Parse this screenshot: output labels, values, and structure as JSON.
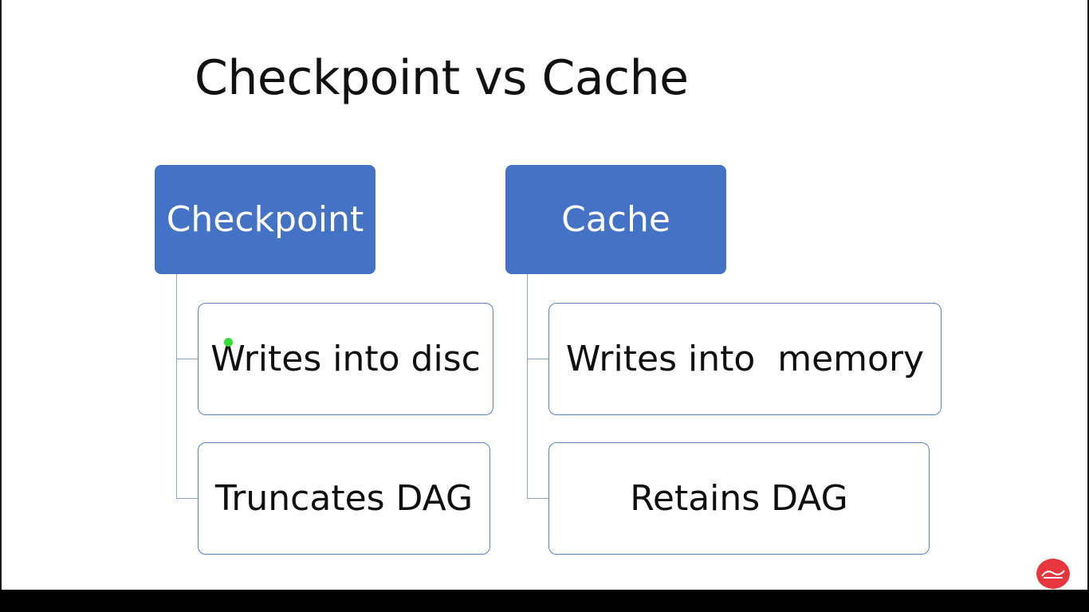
{
  "slide": {
    "title": "Checkpoint vs Cache"
  },
  "columns": [
    {
      "heading": "Checkpoint",
      "items": [
        "Writes into disc",
        "Truncates DAG"
      ]
    },
    {
      "heading": "Cache",
      "items": [
        "Writes into  memory",
        "Retains DAG"
      ]
    }
  ],
  "colors": {
    "heading_fill": "#4472c4",
    "item_border": "#5e82c4",
    "connector": "#8aa2cf",
    "cursor": "#33dd33",
    "logo": "#e8363d",
    "letterbox": "#000000"
  },
  "icons": {
    "cursor": "pointer-dot-icon",
    "logo": "channel-logo-icon"
  }
}
